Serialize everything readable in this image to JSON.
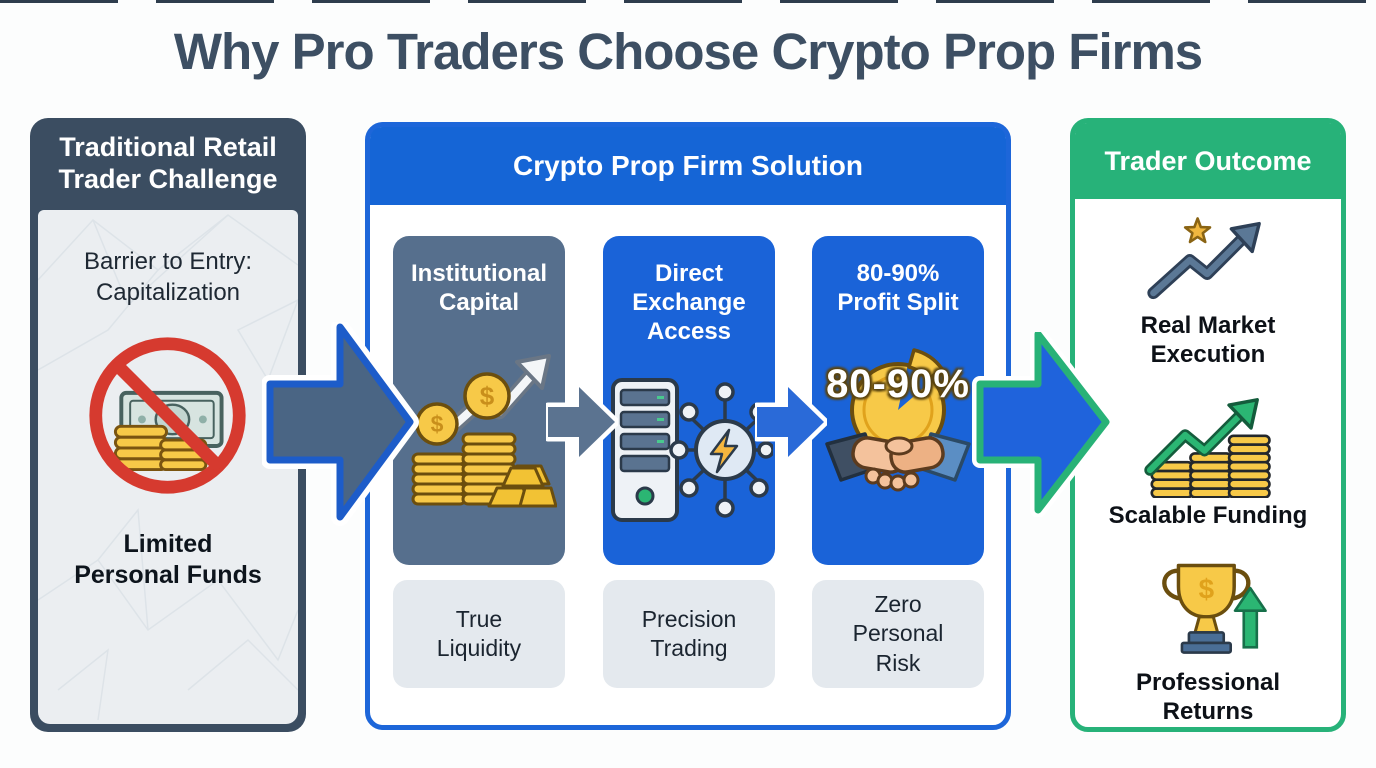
{
  "title": "Why Pro Traders Choose Crypto Prop Firms",
  "left_panel": {
    "header": "Traditional Retail\nTrader Challenge",
    "barrier_label": "Barrier to Entry:\nCapitalization",
    "icon": "no-money-icon",
    "caption": "Limited\nPersonal Funds"
  },
  "solution_panel": {
    "header": "Crypto Prop Firm Solution",
    "cards": [
      {
        "title": "Institutional\nCapital",
        "icon": "coins-growth-icon",
        "chip": "True\nLiquidity"
      },
      {
        "title": "Direct\nExchange\nAccess",
        "icon": "server-network-icon",
        "chip": "Precision\nTrading"
      },
      {
        "title": "80-90%\nProfit Split",
        "icon": "handshake-pie-icon",
        "overlay": "80-90%",
        "chip": "Zero\nPersonal\nRisk"
      }
    ]
  },
  "outcome_panel": {
    "header": "Trader Outcome",
    "items": [
      {
        "label": "Real Market\nExecution",
        "icon": "trend-star-icon"
      },
      {
        "label": "Scalable Funding",
        "icon": "coins-up-icon"
      },
      {
        "label": "Professional\nReturns",
        "icon": "trophy-icon"
      }
    ]
  },
  "colors": {
    "title_text": "#3d4f63",
    "dark_slate_panel": "#3b4d61",
    "slate_card": "#566f8d",
    "blue_card": "#1a63d8",
    "blue_header": "#1565d6",
    "green_header": "#27b279",
    "prohibition_red": "#d63a2f",
    "coin_gold": "#f7c948",
    "chip_bg": "#e4e9ee",
    "arrow_left_fill": "#4a6584",
    "arrow_left_stroke": "#1d5cc9",
    "arrow_right_fill": "#1f63dc",
    "arrow_right_stroke": "#28b277"
  }
}
